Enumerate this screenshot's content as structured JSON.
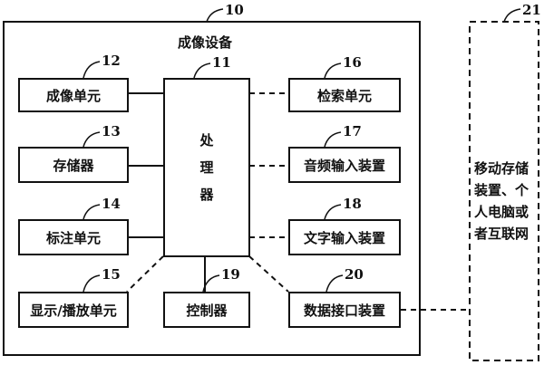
{
  "device": {
    "title": "成像设备",
    "ref": "10"
  },
  "processor": {
    "chars": [
      "处",
      "理",
      "器"
    ],
    "ref": "11"
  },
  "left_units": [
    {
      "label": "成像单元",
      "ref": "12"
    },
    {
      "label": "存储器",
      "ref": "13"
    },
    {
      "label": "标注单元",
      "ref": "14"
    },
    {
      "label": "显示/播放单元",
      "ref": "15"
    }
  ],
  "right_units": [
    {
      "label": "检索单元",
      "ref": "16"
    },
    {
      "label": "音频输入装置",
      "ref": "17"
    },
    {
      "label": "文字输入装置",
      "ref": "18"
    }
  ],
  "controller": {
    "label": "控制器",
    "ref": "19"
  },
  "data_interface": {
    "label": "数据接口装置",
    "ref": "20"
  },
  "external": {
    "lines": [
      "移动存储",
      "装置、个",
      "人电脑或",
      "者互联网"
    ],
    "ref": "21"
  }
}
